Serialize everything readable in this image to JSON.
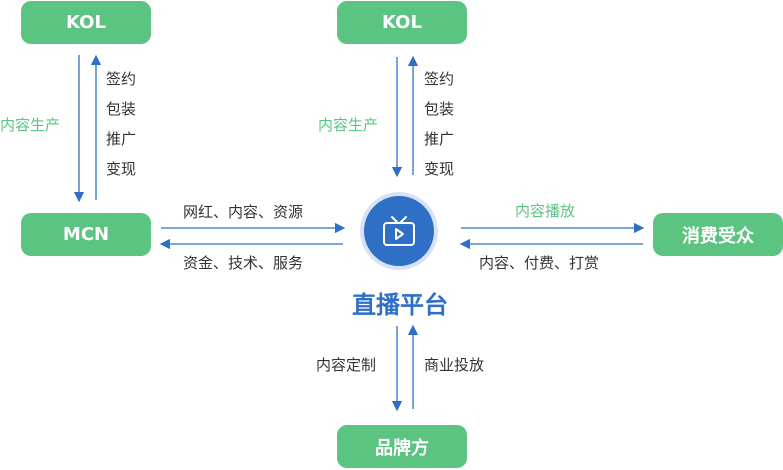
{
  "title": "直播平台生态关系图",
  "colors": {
    "node": "#5ac480",
    "arrow": "#2f6fc6",
    "hub": "#2f6fc6",
    "green_text": "#5ac480"
  },
  "nodes": {
    "kol_left": "KOL",
    "kol_center": "KOL",
    "mcn": "MCN",
    "consumers": "消费受众",
    "brand": "品牌方",
    "platform": "直播平台"
  },
  "hub_icon": "tv-play-icon",
  "edges": {
    "kol_left_down": "内容生产",
    "kol_left_up": [
      "签约",
      "包装",
      "推广",
      "变现"
    ],
    "kol_center_down": "内容生产",
    "kol_center_up": [
      "签约",
      "包装",
      "推广",
      "变现"
    ],
    "mcn_to_platform": "网红、内容、资源",
    "platform_to_mcn": "资金、技术、服务",
    "platform_to_consumers": "内容播放",
    "consumers_to_platform": "内容、付费、打赏",
    "platform_to_brand": "内容定制",
    "brand_to_platform": "商业投放"
  }
}
